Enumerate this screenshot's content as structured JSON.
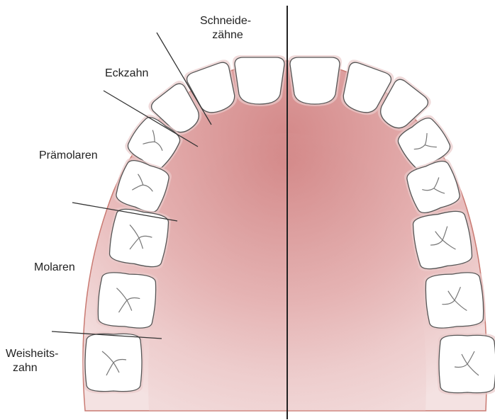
{
  "labels": {
    "schneidezaehne": [
      "Schneide-",
      "zähne"
    ],
    "eckzahn": "Eckzahn",
    "praemolaren": "Prämolaren",
    "molaren": "Molaren",
    "weisheitszahn": [
      "Weisheits-",
      "zahn"
    ]
  },
  "colors": {
    "gum_center": "#d98c8c",
    "gum_edge": "#f3dede",
    "gum_outline": "#c97a72",
    "tooth_fill": "#ffffff",
    "tooth_stroke": "#555555",
    "line": "#333333"
  }
}
